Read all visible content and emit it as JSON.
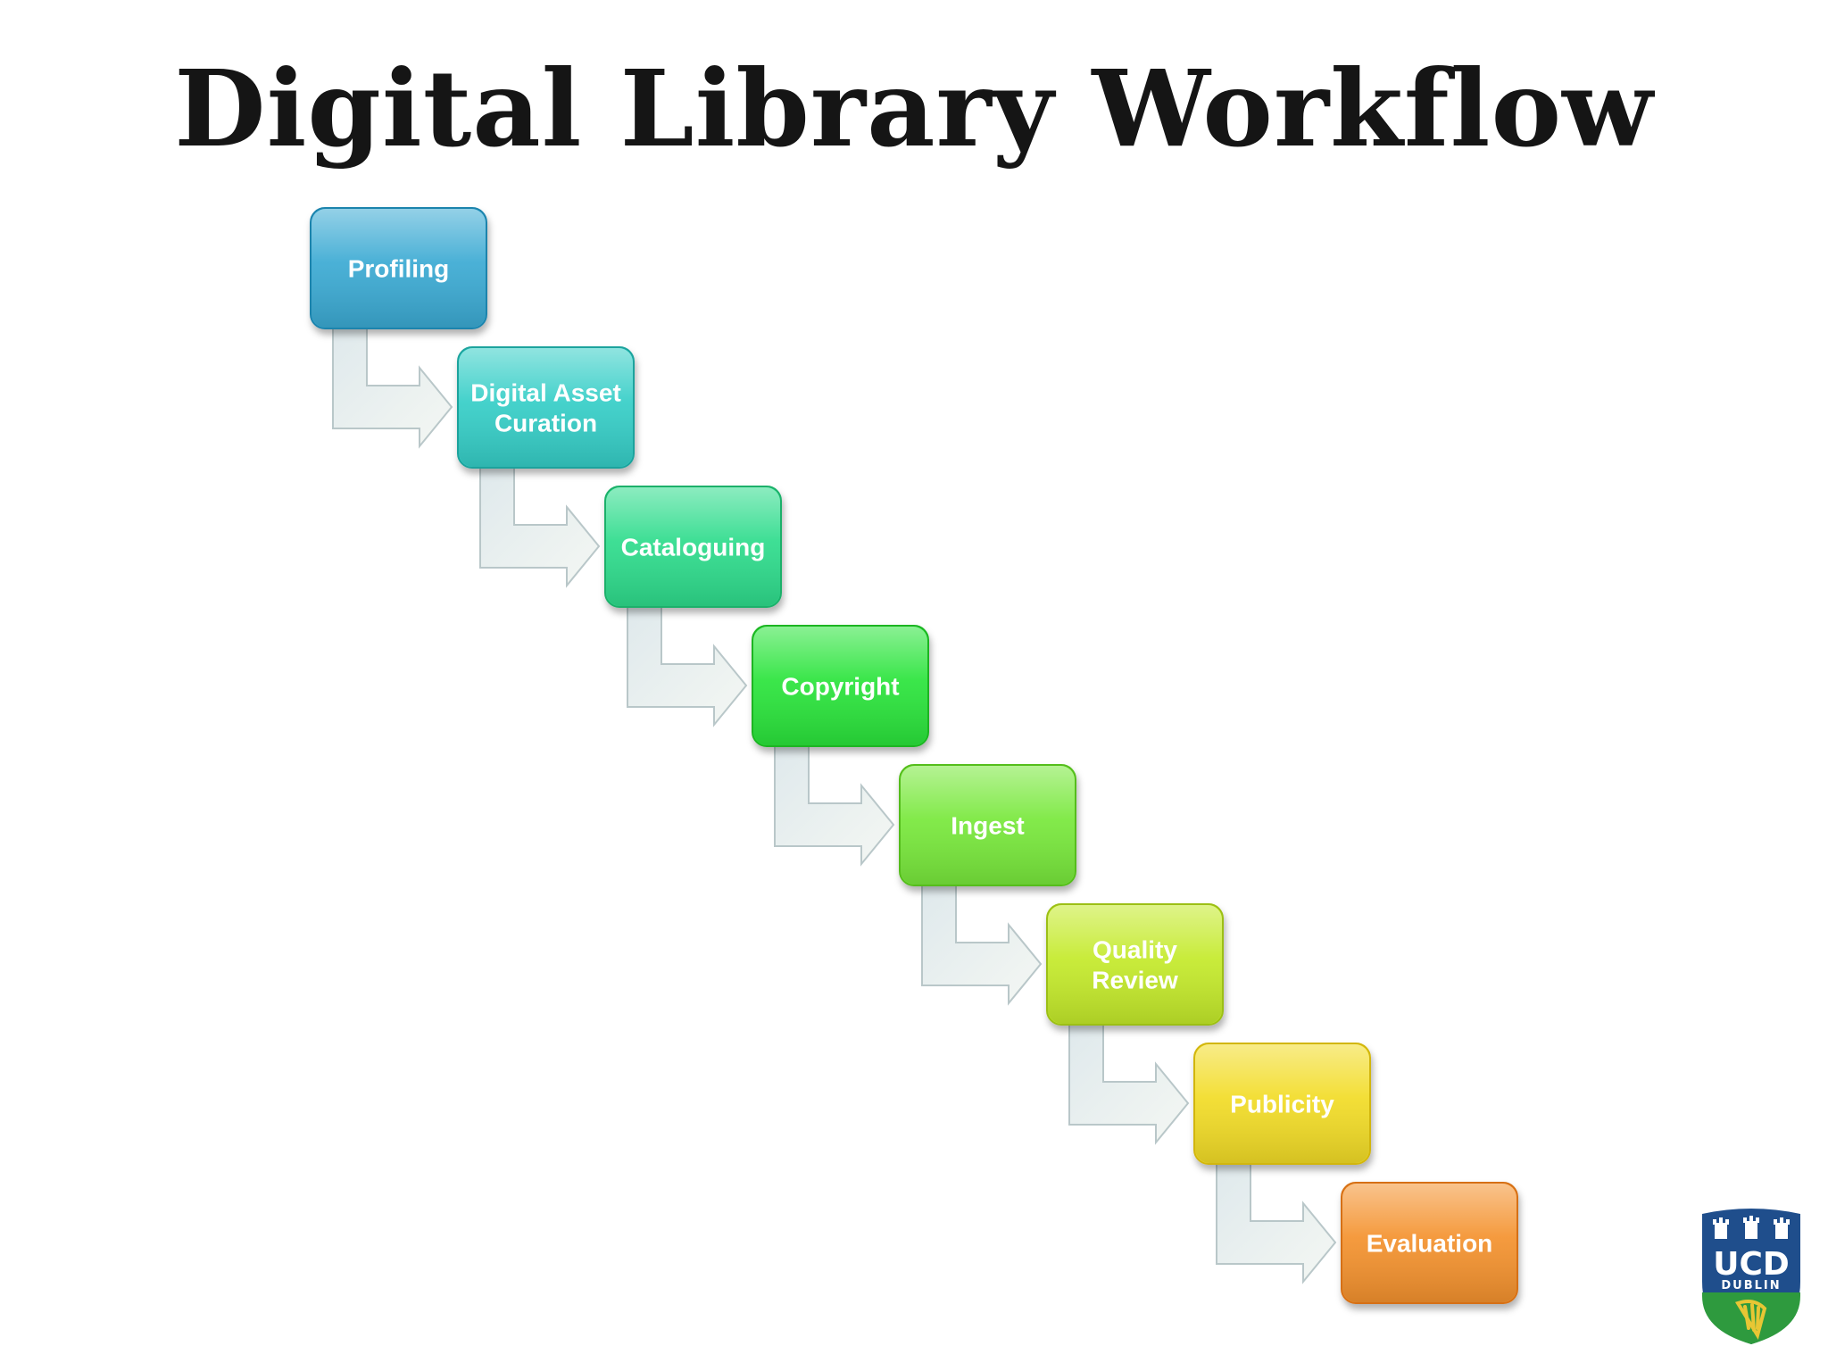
{
  "title": "Digital Library Workflow",
  "steps": [
    {
      "lines": [
        "Profiling"
      ],
      "color": "#3aaad3",
      "dark": "#1f84ad"
    },
    {
      "lines": [
        "Digital Asset",
        "Curation"
      ],
      "color": "#36cec7",
      "dark": "#1fa39d"
    },
    {
      "lines": [
        "Cataloguing"
      ],
      "color": "#2fdc8c",
      "dark": "#1bb06a"
    },
    {
      "lines": [
        "Copyright"
      ],
      "color": "#2ce43a",
      "dark": "#1bb524"
    },
    {
      "lines": [
        "Ingest"
      ],
      "color": "#78e83a",
      "dark": "#55bd1f"
    },
    {
      "lines": [
        "Quality",
        "Review"
      ],
      "color": "#c4ea2a",
      "dark": "#9cbf12"
    },
    {
      "lines": [
        "Publicity"
      ],
      "color": "#f2dc28",
      "dark": "#d2b610"
    },
    {
      "lines": [
        "Evaluation"
      ],
      "color": "#f4922e",
      "dark": "#d66f12"
    }
  ],
  "logo": {
    "name": "UCD",
    "subtitle": "DUBLIN",
    "colors": {
      "navy": "#1f4e8c",
      "green": "#2e9a3e",
      "gold": "#e8c634"
    }
  }
}
